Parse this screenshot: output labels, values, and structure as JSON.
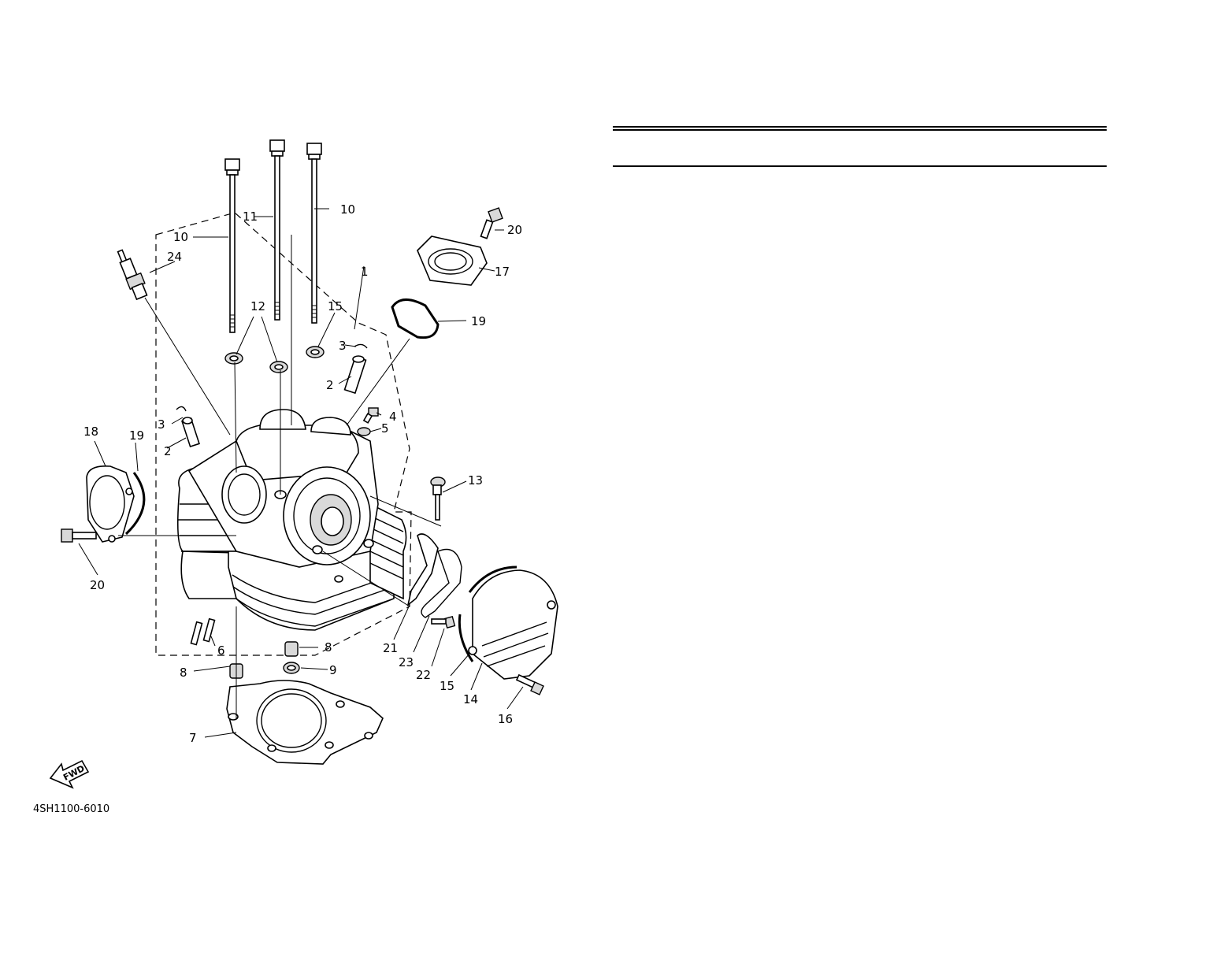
{
  "diagram": {
    "caption": "4SH1100-6010",
    "fwd_label": "FWD",
    "callouts": [
      {
        "id": "c1",
        "text": "1"
      },
      {
        "id": "c2a",
        "text": "2"
      },
      {
        "id": "c2b",
        "text": "2"
      },
      {
        "id": "c3a",
        "text": "3"
      },
      {
        "id": "c3b",
        "text": "3"
      },
      {
        "id": "c4",
        "text": "4"
      },
      {
        "id": "c5",
        "text": "5"
      },
      {
        "id": "c6",
        "text": "6"
      },
      {
        "id": "c7",
        "text": "7"
      },
      {
        "id": "c8a",
        "text": "8"
      },
      {
        "id": "c8b",
        "text": "8"
      },
      {
        "id": "c9",
        "text": "9"
      },
      {
        "id": "c10a",
        "text": "10"
      },
      {
        "id": "c10b",
        "text": "10"
      },
      {
        "id": "c11",
        "text": "11"
      },
      {
        "id": "c12",
        "text": "12"
      },
      {
        "id": "c13",
        "text": "13"
      },
      {
        "id": "c14",
        "text": "14"
      },
      {
        "id": "c15a",
        "text": "15"
      },
      {
        "id": "c15b",
        "text": "15"
      },
      {
        "id": "c16",
        "text": "16"
      },
      {
        "id": "c17",
        "text": "17"
      },
      {
        "id": "c18",
        "text": "18"
      },
      {
        "id": "c19a",
        "text": "19"
      },
      {
        "id": "c19b",
        "text": "19"
      },
      {
        "id": "c20a",
        "text": "20"
      },
      {
        "id": "c20b",
        "text": "20"
      },
      {
        "id": "c21",
        "text": "21"
      },
      {
        "id": "c22",
        "text": "22"
      },
      {
        "id": "c23",
        "text": "23"
      },
      {
        "id": "c24",
        "text": "24"
      }
    ]
  }
}
